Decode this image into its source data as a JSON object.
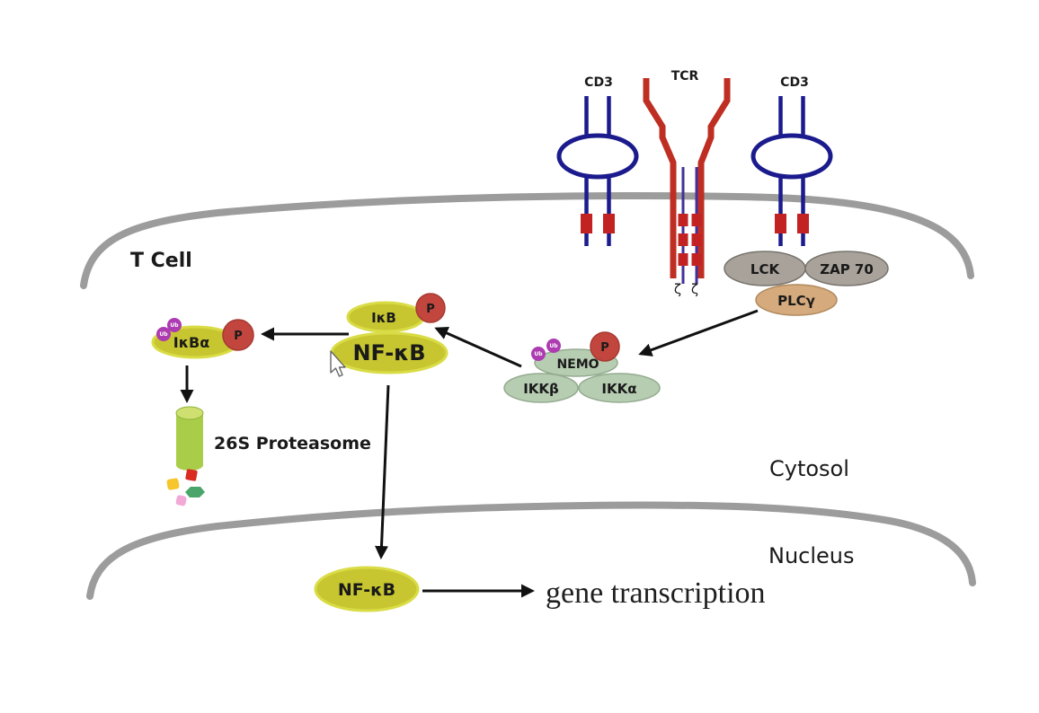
{
  "labels": {
    "cd3_left": "CD3",
    "tcr": "TCR",
    "cd3_right": "CD3",
    "zeta": "ζ",
    "t_cell": "T Cell",
    "lck": "LCK",
    "zap70": "ZAP 70",
    "plc_gamma": "PLCγ",
    "nemo": "NEMO",
    "ikk_beta": "IKKβ",
    "ikk_alpha": "IKKα",
    "ikb": "IκB",
    "nfkb_cytosol": "NF-κB",
    "ikb_alpha": "IκBα",
    "phospho": "P",
    "ubiquitin": "Ub",
    "proteasome": "26S Proteasome",
    "cytosol": "Cytosol",
    "nucleus": "Nucleus",
    "nfkb_nucleus": "NF-κB",
    "gene_transcription": "gene transcription"
  },
  "colors": {
    "membrane": "#9c9c9c",
    "cd3_blue": "#1b1b8e",
    "tcr_red": "#bf2e23",
    "zeta_purple": "#43319a",
    "itam_red": "#c32222",
    "kinase_gray": "#a8a29a",
    "plc_tan": "#d5aa7d",
    "ikk_green": "#b7cdb2",
    "nfkb_yellow": "#c7c631",
    "phospho_red": "#c2463d",
    "ub_purple": "#ad3bb1",
    "proteasome_green": "#a9cd49",
    "proteasome_top": "#cfe070",
    "fragment_red": "#d92b20",
    "fragment_yellow": "#f6c62c",
    "fragment_green": "#4ba56b",
    "fragment_pink": "#f2a9d6",
    "arrow_black": "#111111"
  }
}
